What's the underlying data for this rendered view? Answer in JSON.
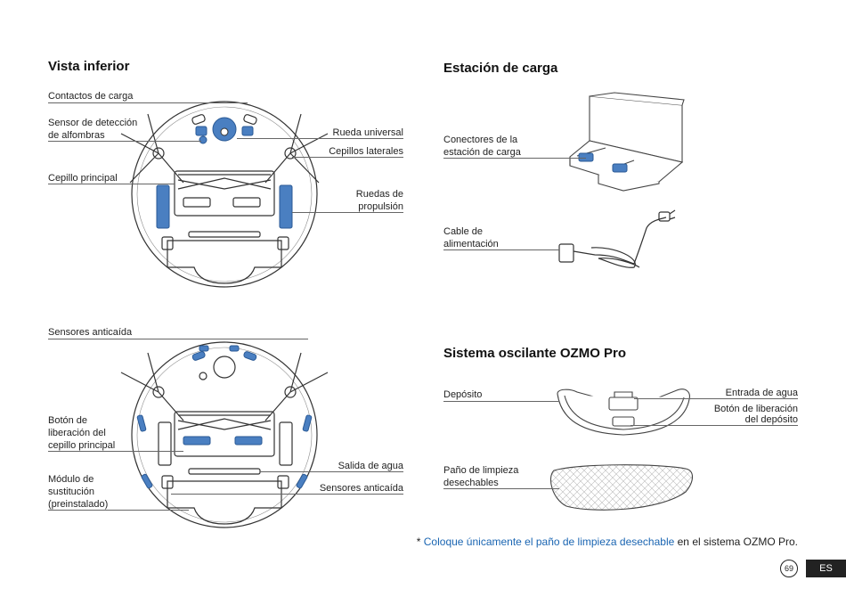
{
  "sections": {
    "bottom_view": {
      "title": "Vista inferior",
      "labels": {
        "charging_contacts": "Contactos de carga",
        "carpet_sensor_1": "Sensor de detección",
        "carpet_sensor_2": "de alfombras",
        "universal_wheel": "Rueda universal",
        "side_brushes": "Cepillos laterales",
        "main_brush": "Cepillo principal",
        "drive_wheels_1": "Ruedas de",
        "drive_wheels_2": "propulsión"
      }
    },
    "bottom_view_2": {
      "labels": {
        "cliff_sensors_top": "Sensores anticaída",
        "brush_release_1": "Botón de",
        "brush_release_2": "liberación del",
        "brush_release_3": "cepillo principal",
        "module_1": "Módulo de",
        "module_2": "sustitución",
        "module_3": "(preinstalado)",
        "water_outlet": "Salida de agua",
        "cliff_sensors_side": "Sensores anticaída"
      }
    },
    "charging_station": {
      "title": "Estación de carga",
      "labels": {
        "connectors_1": "Conectores de la",
        "connectors_2": "estación de carga",
        "cable_1": "Cable de",
        "cable_2": "alimentación"
      }
    },
    "ozmo": {
      "title": "Sistema oscilante OZMO Pro",
      "labels": {
        "tank": "Depósito",
        "water_inlet": "Entrada de agua",
        "tank_release_1": "Botón de liberación",
        "tank_release_2": "del depósito",
        "pad_1": "Paño de limpieza",
        "pad_2": "desechables"
      }
    }
  },
  "footnote": {
    "prefix": "* ",
    "highlight": "Coloque únicamente el paño de limpieza desechable",
    "suffix": " en el sistema OZMO Pro."
  },
  "footer": {
    "page_number": "69",
    "language": "ES"
  },
  "colors": {
    "accent_blue": "#4a7fc1",
    "footnote_blue": "#1a65b2"
  }
}
